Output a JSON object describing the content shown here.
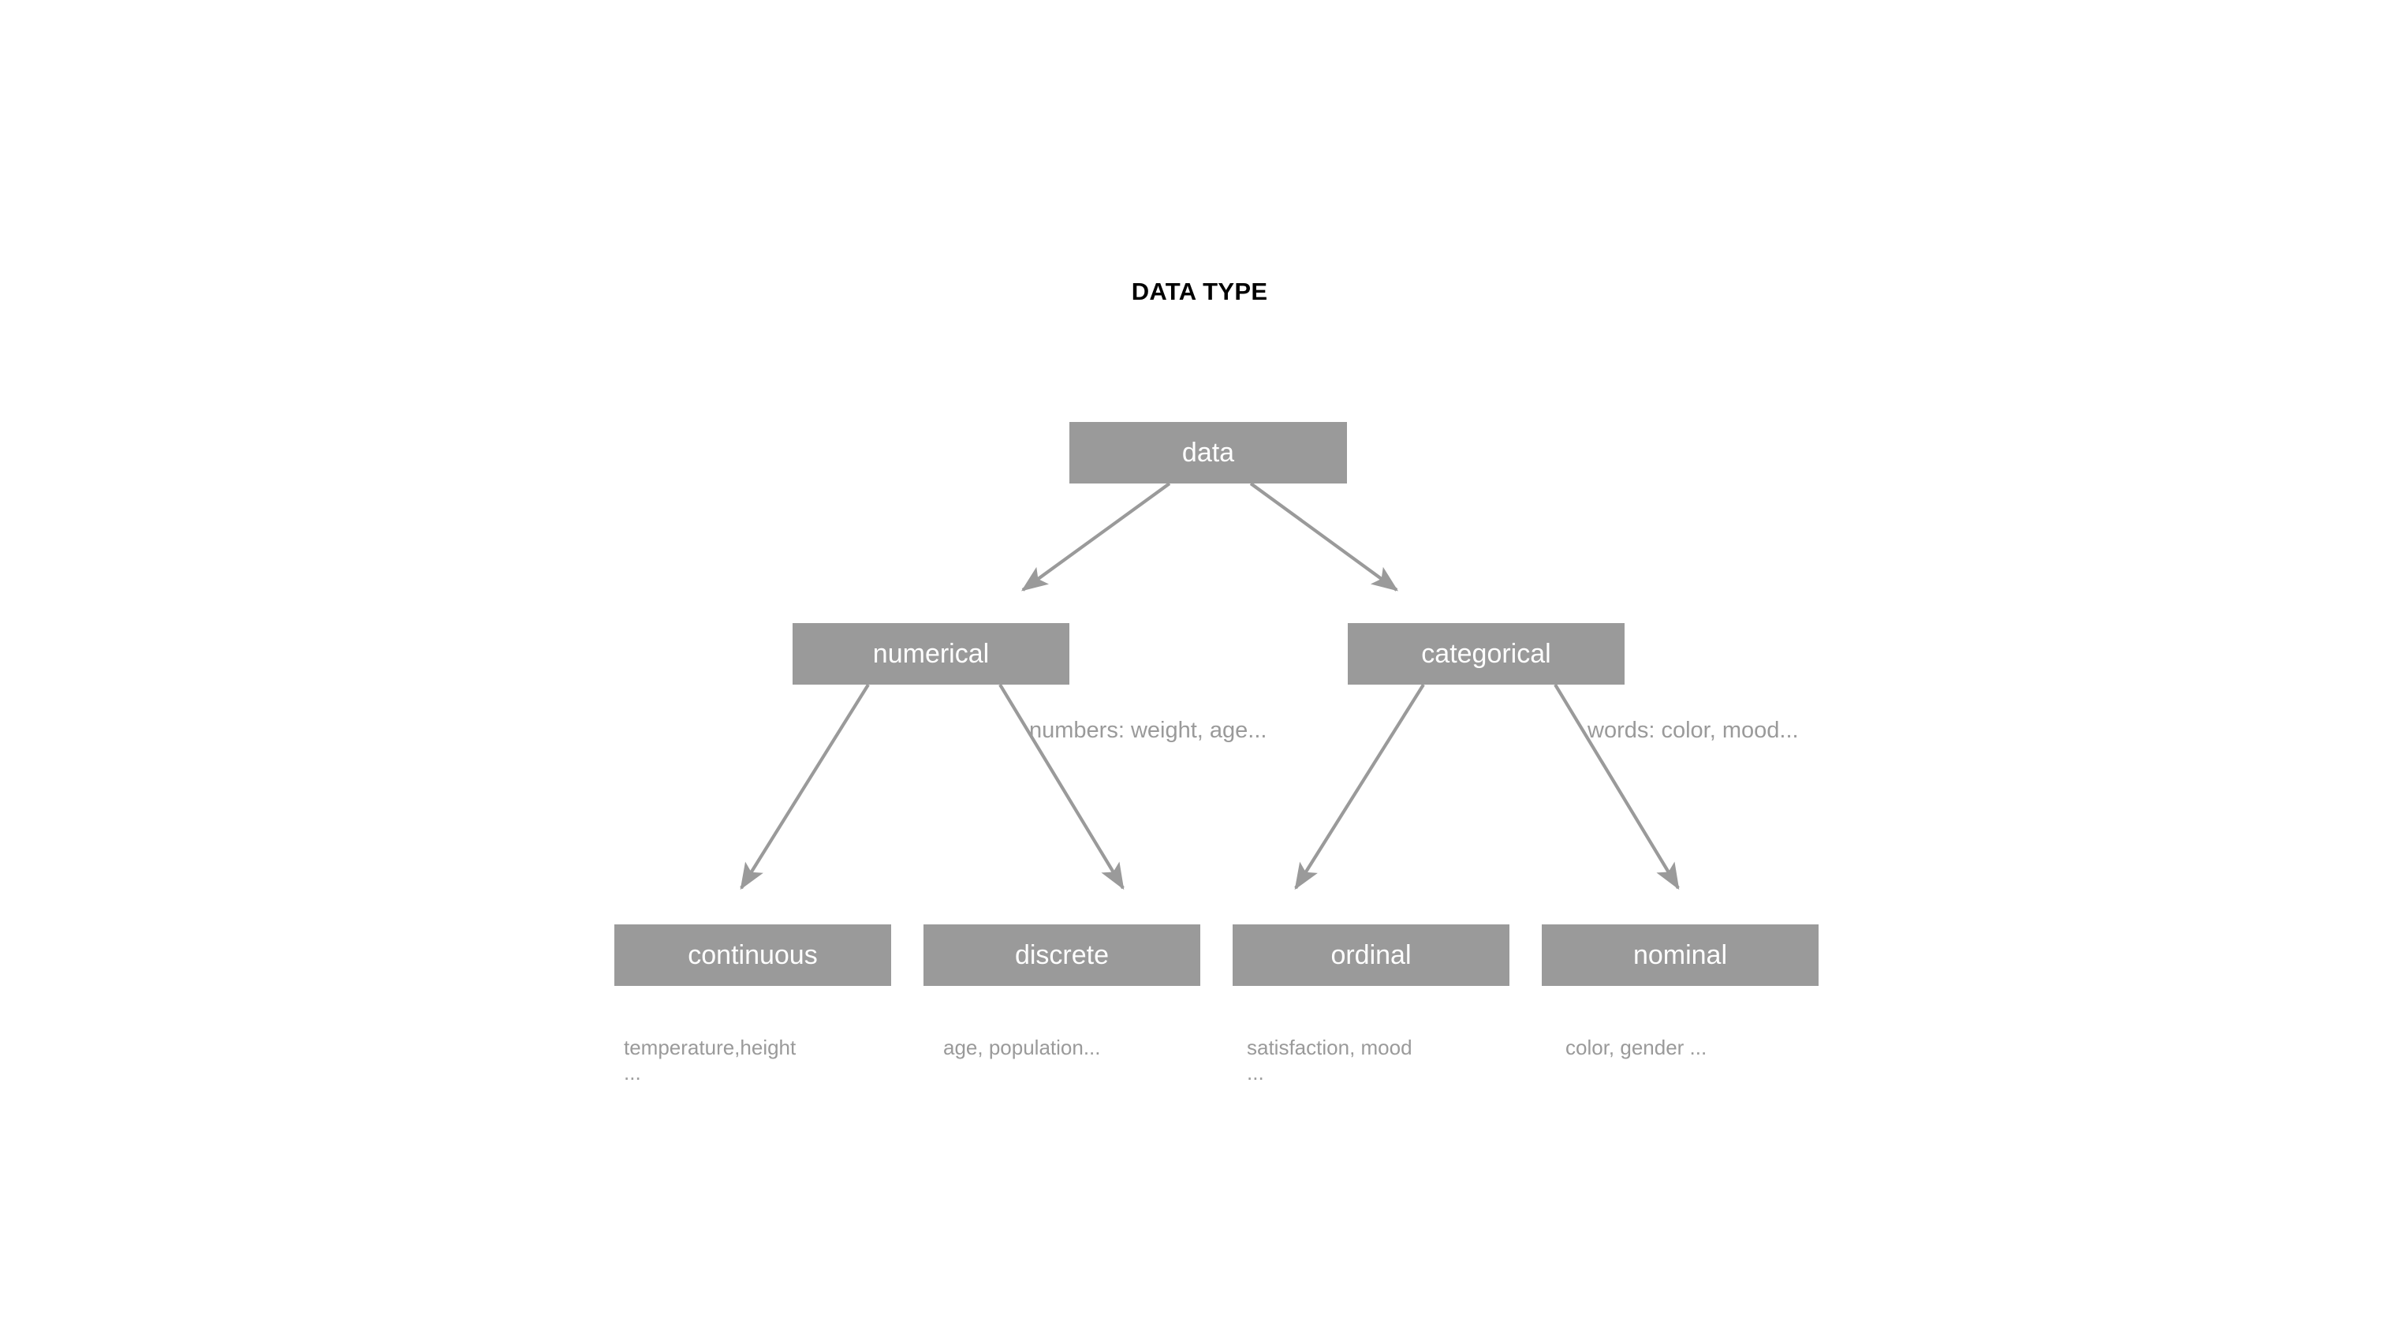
{
  "title": "DATA TYPE",
  "theme": {
    "node_fill": "#9a9a9a",
    "node_text": "#ffffff",
    "edge_color": "#9a9a9a",
    "annotation_color": "#9a9a9a",
    "title_color": "#000000",
    "background": "#ffffff"
  },
  "nodes": {
    "root": {
      "label": "data"
    },
    "numerical": {
      "label": "numerical"
    },
    "categorical": {
      "label": "categorical"
    },
    "continuous": {
      "label": "continuous"
    },
    "discrete": {
      "label": "discrete"
    },
    "ordinal": {
      "label": "ordinal"
    },
    "nominal": {
      "label": "nominal"
    }
  },
  "edge_labels": {
    "numerical": "numbers: weight, age...",
    "categorical": "words: color, mood..."
  },
  "captions": {
    "continuous_line1": "temperature,height",
    "continuous_line2": "...",
    "discrete_line1": "age, population...",
    "discrete_line2": "",
    "ordinal_line1": "satisfaction, mood",
    "ordinal_line2": "...",
    "nominal_line1": "color, gender ...",
    "nominal_line2": ""
  }
}
